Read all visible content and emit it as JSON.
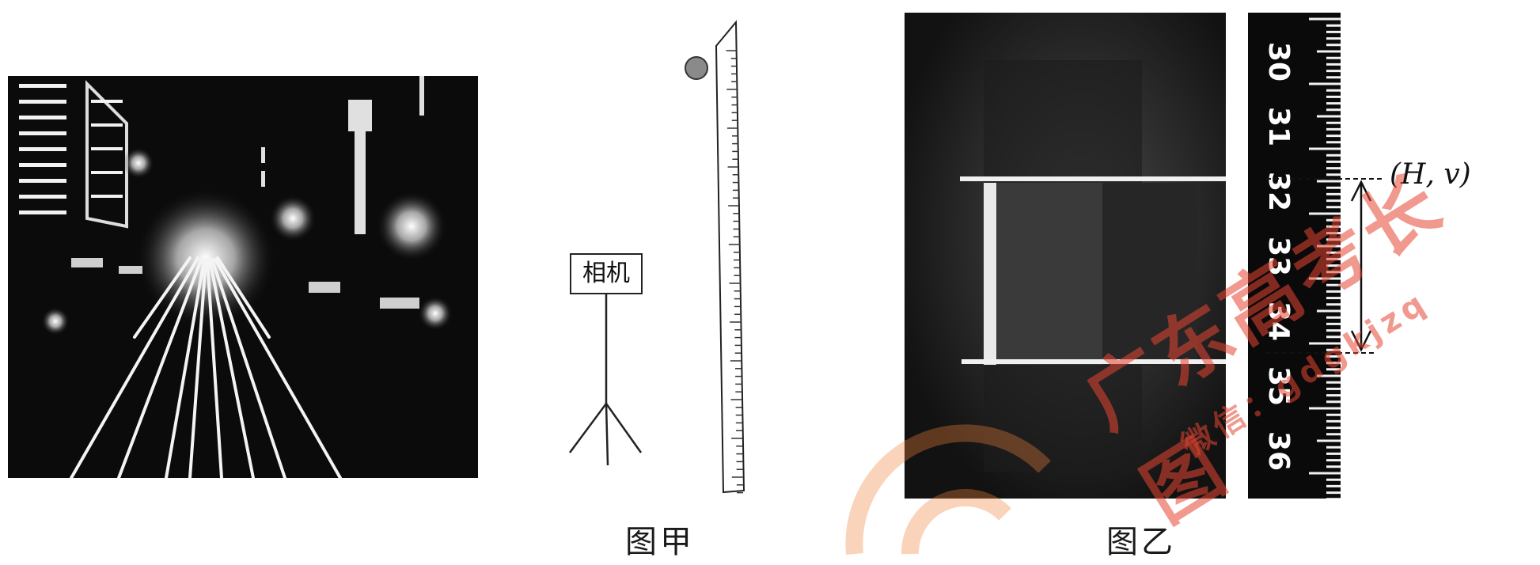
{
  "figure_a": {
    "caption": "图甲",
    "camera_label": "相机"
  },
  "figure_b": {
    "caption": "图乙",
    "ruler_numbers": [
      "30",
      "31",
      "32",
      "33",
      "34",
      "35",
      "36"
    ],
    "measurement_label": "(H, v)"
  },
  "watermark": {
    "brand": "广东高考长图",
    "wechat_prefix": "微信：",
    "account": "gdgkjzq"
  },
  "colors": {
    "ink": "#111111",
    "watermark": "#e64632",
    "photo_dark": "#0b0b0b"
  }
}
